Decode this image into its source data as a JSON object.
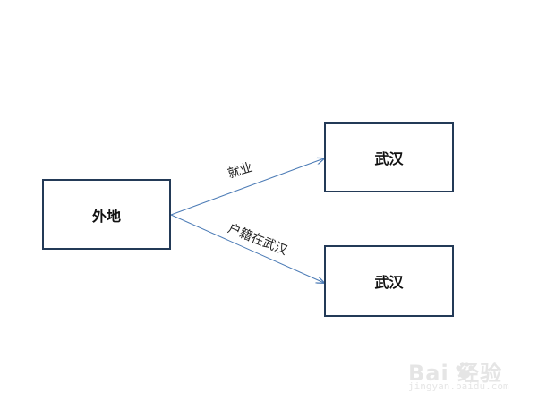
{
  "nodes": {
    "source": "外地",
    "target_top": "武汉",
    "target_bottom": "武汉"
  },
  "edges": {
    "top": "就业",
    "bottom": "户籍在武汉"
  },
  "watermark": {
    "main": "Bai  经验",
    "sub": "jingyan.baidu.com",
    "icon": "paw-icon"
  },
  "colors": {
    "box_border": "#233a57",
    "arrow": "#4a7ab5"
  }
}
